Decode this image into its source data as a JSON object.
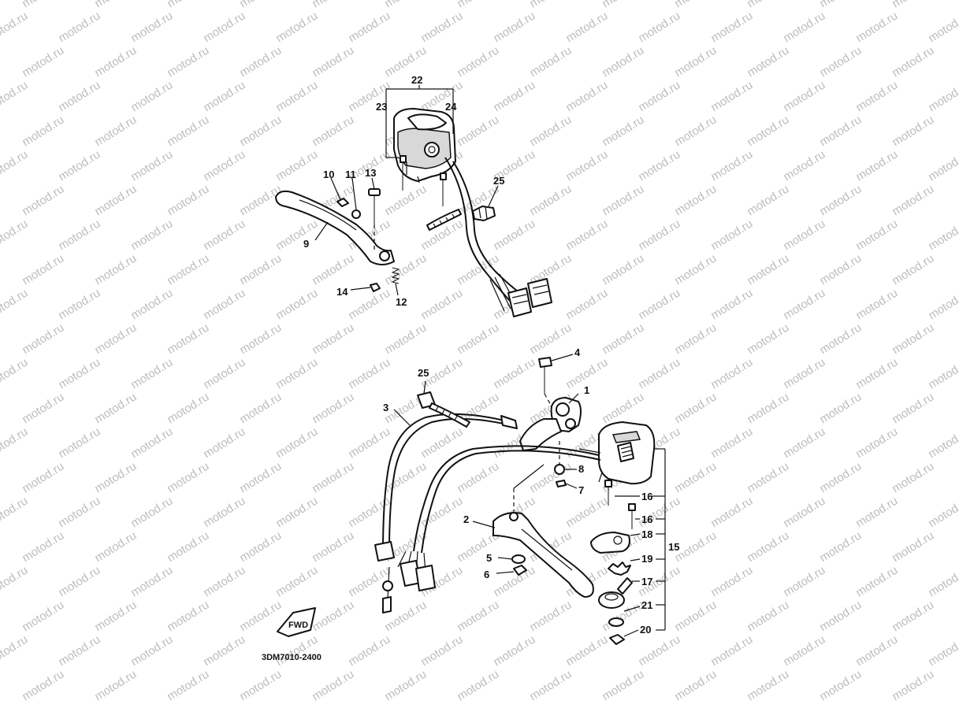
{
  "watermark": {
    "text": "motod.ru",
    "color": "#bdbdbd"
  },
  "diagram_code": "3DM7010-2400",
  "fwd_label": "FWD",
  "callouts": {
    "c1": "1",
    "c2": "2",
    "c3": "3",
    "c4": "4",
    "c5": "5",
    "c6": "6",
    "c7": "7",
    "c8": "8",
    "c9": "9",
    "c10": "10",
    "c11": "11",
    "c12": "12",
    "c13": "13",
    "c14": "14",
    "c15": "15",
    "c16a": "16",
    "c16b": "16",
    "c17": "17",
    "c18": "18",
    "c19": "19",
    "c20": "20",
    "c21": "21",
    "c22": "22",
    "c23": "23",
    "c24": "24",
    "c25a": "25",
    "c25b": "25"
  }
}
